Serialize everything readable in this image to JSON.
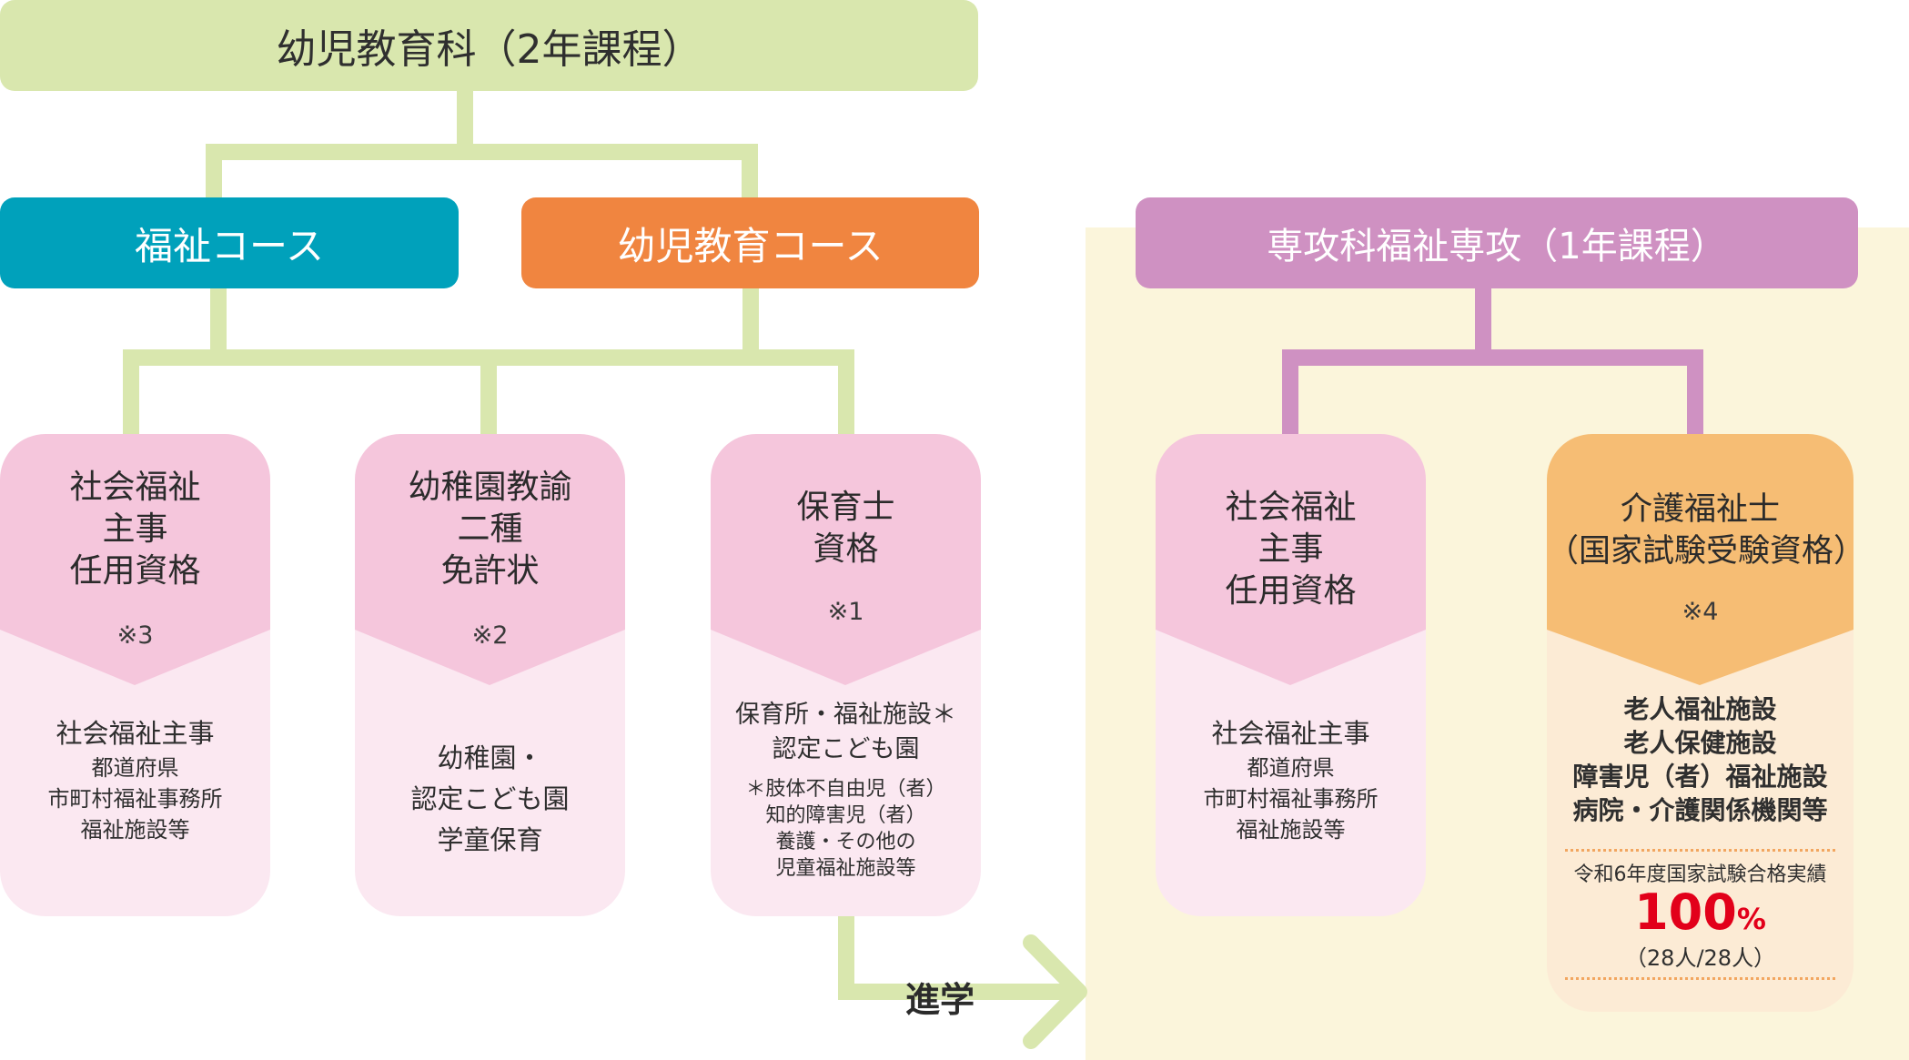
{
  "colors": {
    "green_line": "#d9e7ae",
    "purple_line": "#cf91c2",
    "teal": "#00a1bb",
    "orange": "#f08540",
    "purple": "#cf91c2",
    "pink": "#f5c6dc",
    "pink_light": "#fbe8f1",
    "gold": "#f6bd74",
    "gold_light": "#fcebd5",
    "cream": "#fbf5db",
    "red": "#e2001a"
  },
  "top": {
    "title": "幼児教育科（2年課程）"
  },
  "courses": {
    "fukushi": "福祉コース",
    "youji": "幼児教育コース"
  },
  "senkou": {
    "title": "専攻科福祉専攻（1年課程）"
  },
  "cards": {
    "c1": {
      "title": [
        "社会福祉",
        "主事",
        "任用資格"
      ],
      "note": "※3",
      "desc": [
        "社会福祉主事",
        "都道府県",
        "市町村福祉事務所",
        "福祉施設等"
      ]
    },
    "c2": {
      "title": [
        "幼稚園教諭",
        "二種",
        "免許状"
      ],
      "note": "※2",
      "desc": [
        "幼稚園・",
        "認定こども園",
        "学童保育"
      ]
    },
    "c3": {
      "title": [
        "保育士",
        "資格"
      ],
      "note": "※1",
      "desc_main": [
        "保育所・福祉施設＊",
        "認定こども園"
      ],
      "desc_sub": [
        "＊肢体不自由児（者）",
        "知的障害児（者）",
        "養護・その他の",
        "児童福祉施設等"
      ]
    },
    "c4": {
      "title": [
        "社会福祉",
        "主事",
        "任用資格"
      ],
      "desc": [
        "社会福祉主事",
        "都道府県",
        "市町村福祉事務所",
        "福祉施設等"
      ]
    },
    "c5": {
      "title": [
        "介護福祉士",
        "（国家試験受験資格）"
      ],
      "note": "※4",
      "desc": [
        "老人福祉施設",
        "老人保健施設",
        "障害児（者）福祉施設",
        "病院・介護関係機関等"
      ],
      "result_label": "令和6年度国家試験合格実績",
      "result_value": "100",
      "result_unit": "%",
      "result_detail": "（28人/28人）"
    }
  },
  "arrow": {
    "label": "進学"
  }
}
